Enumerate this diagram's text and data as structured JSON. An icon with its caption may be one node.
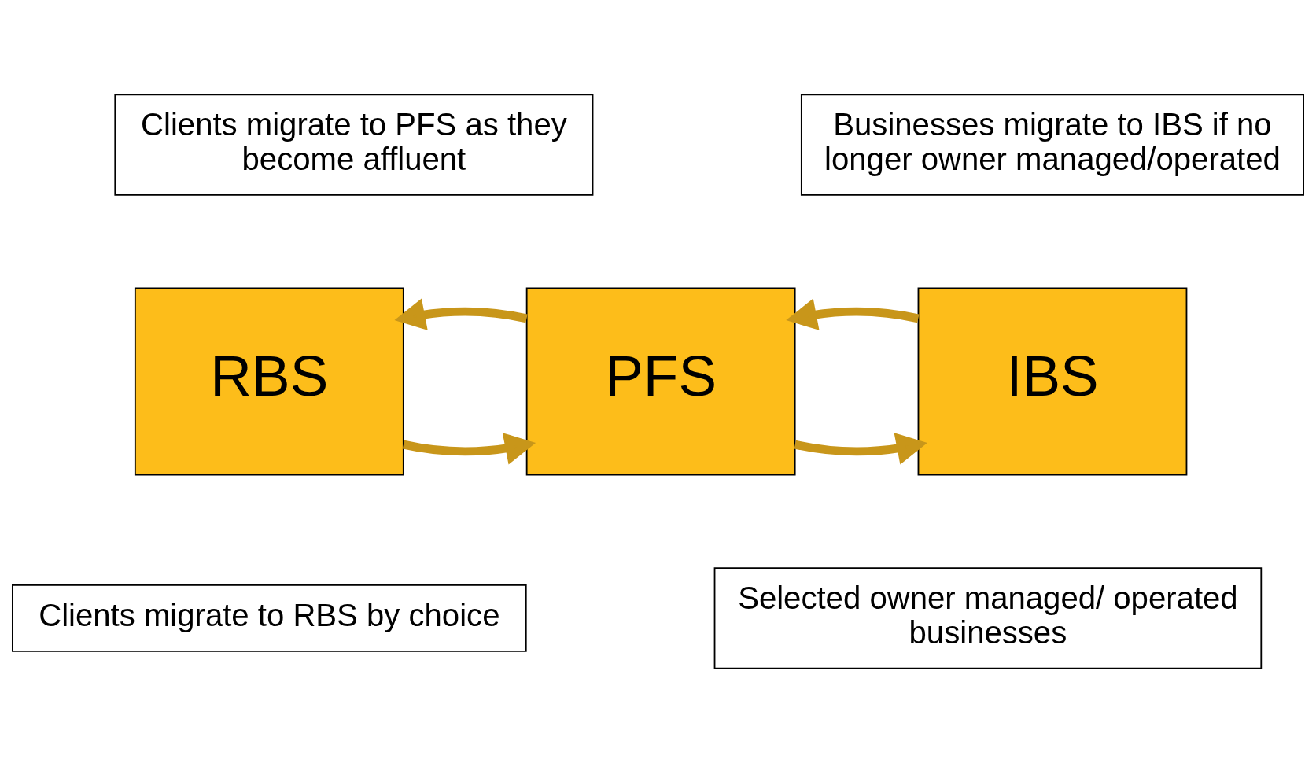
{
  "diagram": {
    "nodes": [
      {
        "text": [
          "Clients migrate to PFS as they become affluent"
        ]
      },
      {
        "text": [
          "Businesses migrate to IBS if no longer owner managed/operated"
        ]
      },
      {
        "text": [
          "RBS"
        ]
      },
      {
        "text": [
          "PFS"
        ]
      },
      {
        "text": [
          "IBS"
        ]
      },
      {
        "text": [
          "Clients migrate to RBS by choice"
        ]
      },
      {
        "text": [
          "Selected owner managed/ operated businesses"
        ]
      }
    ],
    "edges": [
      {
        "from": 2,
        "to": 3,
        "arrow": "to"
      },
      {
        "from": 3,
        "to": 4,
        "arrow": "to"
      },
      {
        "from": 3,
        "to": 2,
        "arrow": "to"
      },
      {
        "from": 4,
        "to": 3,
        "arrow": "to"
      }
    ]
  }
}
